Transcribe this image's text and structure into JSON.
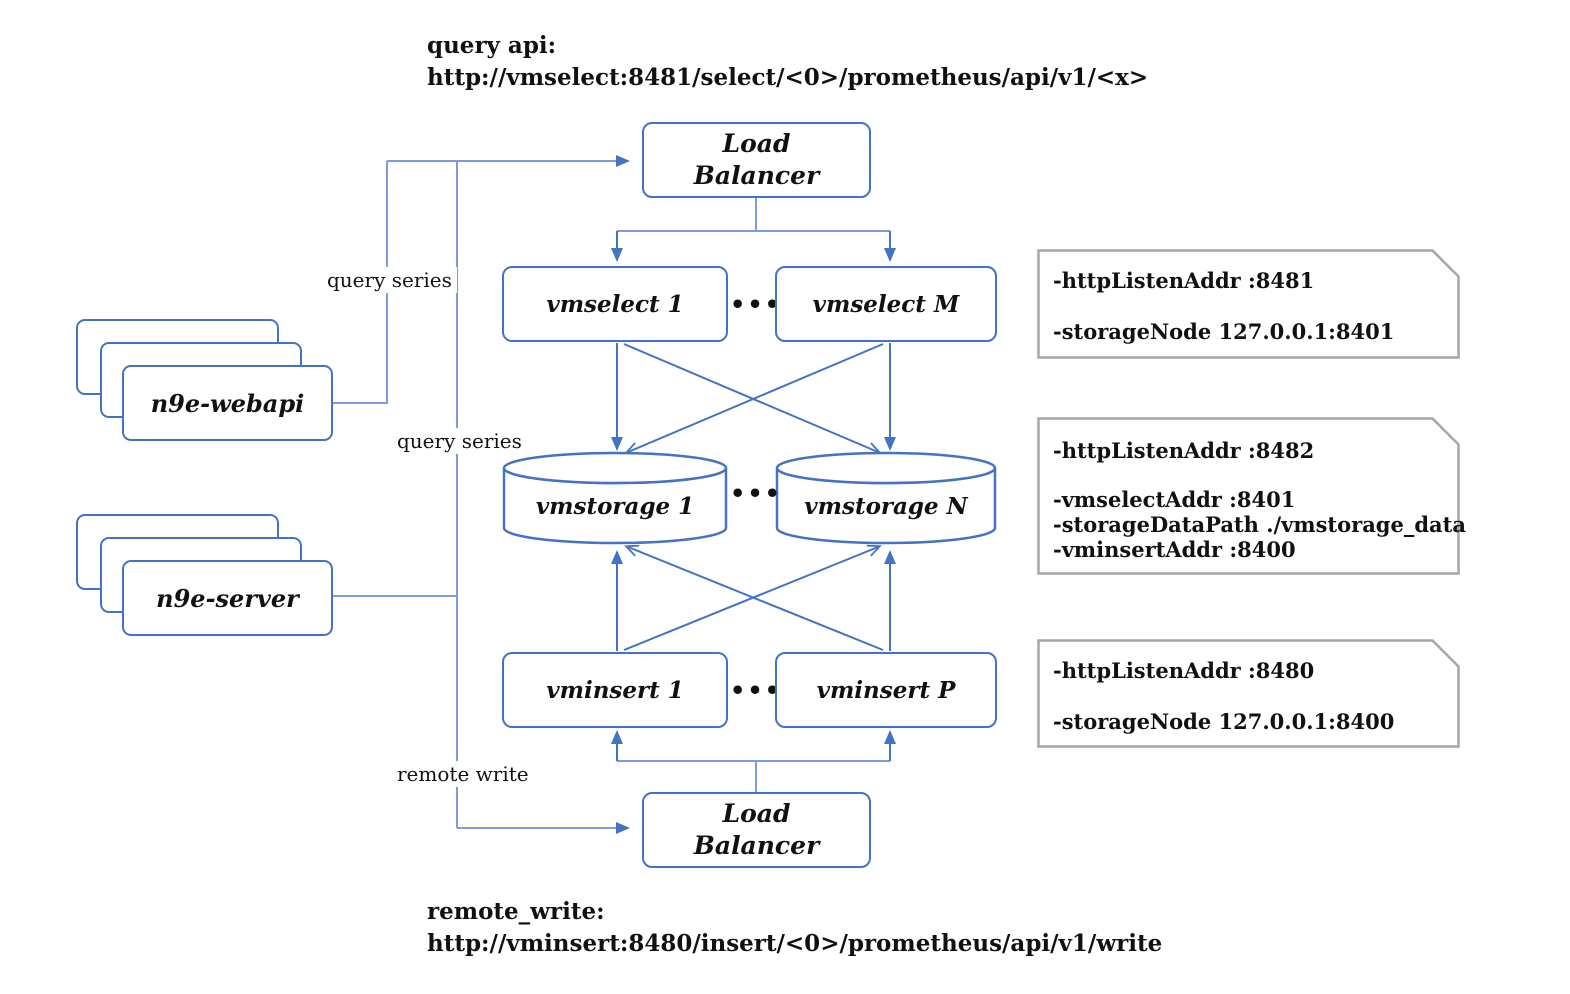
{
  "colors": {
    "node_border": "#4472C4",
    "connector": "#7E9CD9",
    "note_border": "#A6A6A6",
    "text": "#111111"
  },
  "query_api": {
    "title": "query api:",
    "url": "http://vmselect:8481/select/<0>/prometheus/api/v1/<x>"
  },
  "remote_write_api": {
    "title": "remote_write:",
    "url": "http://vminsert:8480/insert/<0>/prometheus/api/v1/write"
  },
  "nodes": {
    "lb_top": "Load\nBalancer",
    "lb_bottom": "Load\nBalancer",
    "vmselect_1": "vmselect 1",
    "vmselect_m": "vmselect M",
    "vmstorage_1": "vmstorage 1",
    "vmstorage_n": "vmstorage N",
    "vminsert_1": "vminsert 1",
    "vminsert_p": "vminsert P",
    "dots": "•••"
  },
  "sources": {
    "webapi": "n9e-webapi",
    "server": "n9e-server"
  },
  "edge_labels": {
    "query_series_top": "query series",
    "query_series_mid": "query series",
    "remote_write": "remote write"
  },
  "notes": {
    "vmselect": {
      "lines": [
        "-httpListenAddr :8481",
        "-storageNode 127.0.0.1:8401"
      ]
    },
    "vmstorage": {
      "lines": [
        "-httpListenAddr :8482",
        "-vmselectAddr :8401",
        "-storageDataPath ./vmstorage_data",
        "-vminsertAddr :8400"
      ]
    },
    "vminsert": {
      "lines": [
        "-httpListenAddr :8480",
        "-storageNode 127.0.0.1:8400"
      ]
    }
  }
}
